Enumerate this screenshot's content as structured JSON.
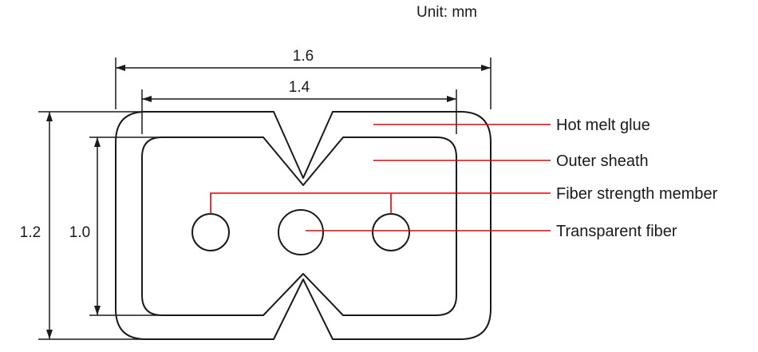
{
  "unit_label": "Unit: mm",
  "dimensions": {
    "outer_width": "1.6",
    "inner_width": "1.4",
    "outer_height": "1.2",
    "inner_height": "1.0"
  },
  "callouts": {
    "hot_melt_glue": "Hot melt glue",
    "outer_sheath": "Outer sheath",
    "fiber_strength_member": "Fiber strength member",
    "transparent_fiber": "Transparent fiber"
  },
  "colors": {
    "outline": "#1a1a1a",
    "leader": "#e60000",
    "background": "#ffffff"
  }
}
